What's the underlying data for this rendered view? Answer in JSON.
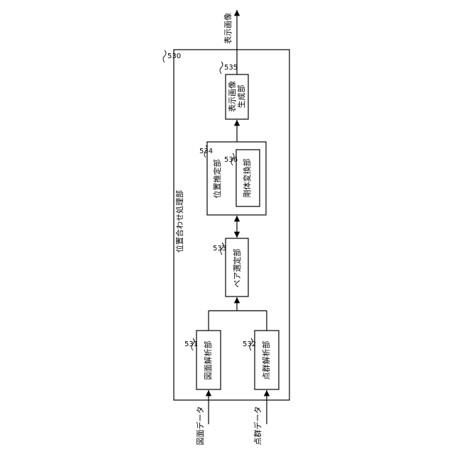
{
  "container": {
    "ref": "530",
    "label": "位置合わせ処理部"
  },
  "blocks": {
    "drawing_analysis": {
      "ref": "531",
      "label": "図面解析部"
    },
    "pointcloud_analysis": {
      "ref": "532",
      "label": "点群解析部"
    },
    "pair_selection": {
      "ref": "533",
      "label": "ペア選定部"
    },
    "position_estimation": {
      "ref": "534",
      "label": "位置推定部"
    },
    "rigid_transform": {
      "ref": "536",
      "label": "剛体変換部"
    },
    "display_generation": {
      "ref": "535",
      "label_line1": "表示画像",
      "label_line2": "生成部"
    }
  },
  "io": {
    "drawing_input": "図面データ",
    "pointcloud_input": "点群データ",
    "display_output": "表示画像"
  }
}
